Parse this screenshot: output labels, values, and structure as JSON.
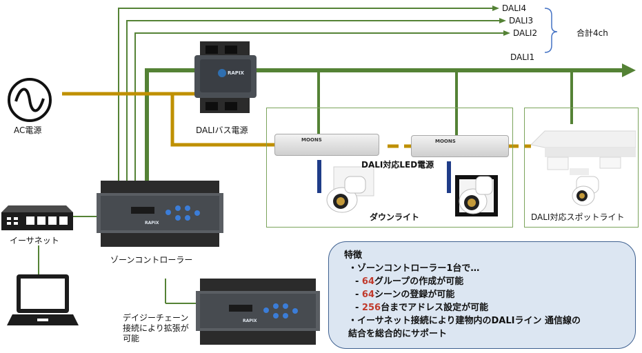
{
  "colors": {
    "power_line": "#bf9000",
    "dali_line": "#548235",
    "feature_box_bg": "#dce6f2",
    "highlight_red": "#c0392b"
  },
  "labels": {
    "dali4": "DALI4",
    "dali3": "DALI3",
    "dali2": "DALI2",
    "dali1": "DALI1",
    "total": "合計4ch",
    "ac_power": "AC電源",
    "bus_power": "DALIバス電源",
    "led_driver": "DALI対応LED電源",
    "downlight": "ダウンライト",
    "spotlight": "DALI対応スポットライト",
    "ethernet": "イーサネット",
    "zone_controller": "ゾーンコントローラー",
    "daisy_chain": [
      "デイジーチェーン",
      "接続により拡張が",
      "可能"
    ]
  },
  "device_text": {
    "rapix": "RAPIX",
    "moons": "MOONS"
  },
  "features": {
    "title": "特徴",
    "line1": "・ゾーンコントローラー1台で…",
    "item1": {
      "prefix": "- ",
      "number": "64",
      "text": "グループの作成が可能"
    },
    "item2": {
      "prefix": "- ",
      "number": "64",
      "text": "シーンの登録が可能"
    },
    "item3": {
      "prefix": "- ",
      "number": "256",
      "text": "台までアドレス設定が可能"
    },
    "line2": "・イーサネット接続により建物内のDALIライン 通信線の",
    "line3": "結合を総合的にサポート"
  }
}
